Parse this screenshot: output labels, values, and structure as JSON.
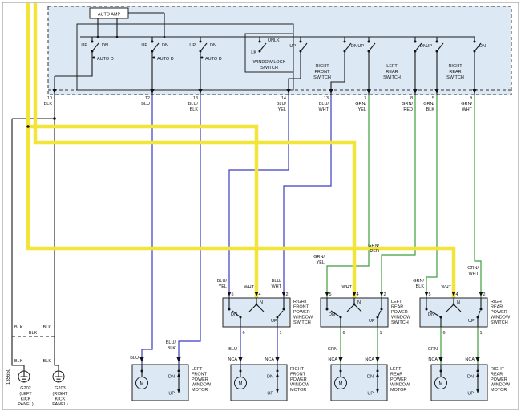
{
  "page": {
    "doc_number": "135650"
  },
  "colors": {
    "highlight_yellow": "#f2e438",
    "wire_blue": "#3b3bc0",
    "wire_green": "#3d9c3d",
    "wire_black": "#1a1a1a",
    "panel_fill": "#dce8f4"
  },
  "master_switch": {
    "auto_amp": "AUTO AMP",
    "groups": [
      {
        "up": "UP",
        "dn": "DN",
        "auto": "AUTO D"
      },
      {
        "up": "UP",
        "dn": "DN",
        "auto": "AUTO D"
      },
      {
        "up": "UP",
        "dn": "DN",
        "auto": "AUTO D"
      }
    ],
    "lock_switch": {
      "unlk": "UNLK",
      "lk": "LK",
      "caption": [
        "WINDOW LOCK",
        "SWITCH"
      ]
    },
    "sub_switches": [
      {
        "up": "UP",
        "dn": "DN",
        "caption": [
          "RIGHT",
          "FRONT",
          "SWITCH"
        ]
      },
      {
        "up": "UP",
        "dn": "DN",
        "caption": [
          "LEFT",
          "REAR",
          "SWITCH"
        ]
      },
      {
        "up": "UP",
        "dn": "DN",
        "caption": [
          "RIGHT",
          "REAR",
          "SWITCH"
        ]
      }
    ]
  },
  "connector_pins": [
    {
      "number": "10",
      "color": [
        "BLK"
      ]
    },
    {
      "number": "12",
      "color": [
        "BLU"
      ]
    },
    {
      "number": "18",
      "color": [
        "BLU/",
        "BLK"
      ]
    },
    {
      "number": "14",
      "color": [
        "BLU/",
        "YEL"
      ]
    },
    {
      "number": "13",
      "color": [
        "BLU/",
        "WHT"
      ]
    },
    {
      "number": "7",
      "color": [
        "GRN/",
        "YEL"
      ]
    },
    {
      "number": "8",
      "color": [
        "GRN/",
        "RED"
      ]
    },
    {
      "number": "5",
      "color": [
        "GRN/",
        "BLK"
      ]
    },
    {
      "number": "9",
      "color": [
        "GRN/",
        "WHT"
      ]
    }
  ],
  "window_switches": [
    {
      "caption": [
        "RIGHT",
        "FRONT",
        "POWER",
        "WINDOW",
        "SWITCH"
      ],
      "pins_top": [
        "5",
        "4",
        "2"
      ],
      "pins_bottom": [
        "6",
        "1"
      ],
      "pos_dn": "DN",
      "pos_n": "N",
      "pos_up": "UP",
      "wire_left": [
        "BLU/",
        "YEL"
      ],
      "wire_mid": "WHT",
      "wire_right": [
        "BLU/",
        "WHT"
      ],
      "wire_out": "BLU"
    },
    {
      "caption": [
        "LEFT",
        "REAR",
        "POWER",
        "WINDOW",
        "SWITCH"
      ],
      "pins_top": [
        "5",
        "4",
        "2"
      ],
      "pins_bottom": [
        "6",
        "1"
      ],
      "pos_dn": "DN",
      "pos_n": "N",
      "pos_up": "UP",
      "wire_left": [
        "GRN/",
        "YEL"
      ],
      "wire_mid": "WHT",
      "wire_right": [
        "GRN/",
        "RED"
      ],
      "wire_out": "GRN"
    },
    {
      "caption": [
        "RIGHT",
        "REAR",
        "POWER",
        "WINDOW",
        "SWITCH"
      ],
      "pins_top": [
        "5",
        "4",
        "2"
      ],
      "pins_bottom": [
        "6",
        "1"
      ],
      "pos_dn": "DN",
      "pos_n": "N",
      "pos_up": "UP",
      "wire_left": [
        "GRN/",
        "BLK"
      ],
      "wire_mid": "WHT",
      "wire_right": [
        "GRN/",
        "WHT"
      ],
      "wire_out": "GRN"
    }
  ],
  "motors": [
    {
      "caption": [
        "LEFT",
        "FRONT",
        "POWER",
        "WINDOW",
        "MOTOR"
      ],
      "symbol": "M",
      "dn": "DN",
      "up": "UP",
      "wire_left": [
        "BLU"
      ],
      "wire_right": [
        "BLU/",
        "BLK"
      ]
    },
    {
      "caption": [
        "RIGHT",
        "FRONT",
        "POWER",
        "WINDOW",
        "MOTOR"
      ],
      "symbol": "M",
      "dn": "DN",
      "up": "UP",
      "wire_left": [
        "NCA"
      ],
      "wire_right": [
        "NCA"
      ]
    },
    {
      "caption": [
        "LEFT",
        "REAR",
        "POWER",
        "WINDOW",
        "MOTOR"
      ],
      "symbol": "M",
      "dn": "DN",
      "up": "UP",
      "wire_left": [
        "NCA"
      ],
      "wire_right": [
        "NCA"
      ]
    },
    {
      "caption": [
        "RIGHT",
        "REAR",
        "POWER",
        "WINDOW",
        "MOTOR"
      ],
      "symbol": "M",
      "dn": "DN",
      "up": "UP",
      "wire_left": [
        "NCA"
      ],
      "wire_right": [
        "NCA"
      ]
    }
  ],
  "grounds": {
    "wire_label": "BLK",
    "splice_label": "BLK",
    "left": {
      "name": "G202",
      "location": [
        "(LEFT",
        "KICK",
        "PANEL)"
      ]
    },
    "right": {
      "name": "G203",
      "location": [
        "(RIGHT",
        "KICK",
        "PANEL)"
      ]
    }
  }
}
